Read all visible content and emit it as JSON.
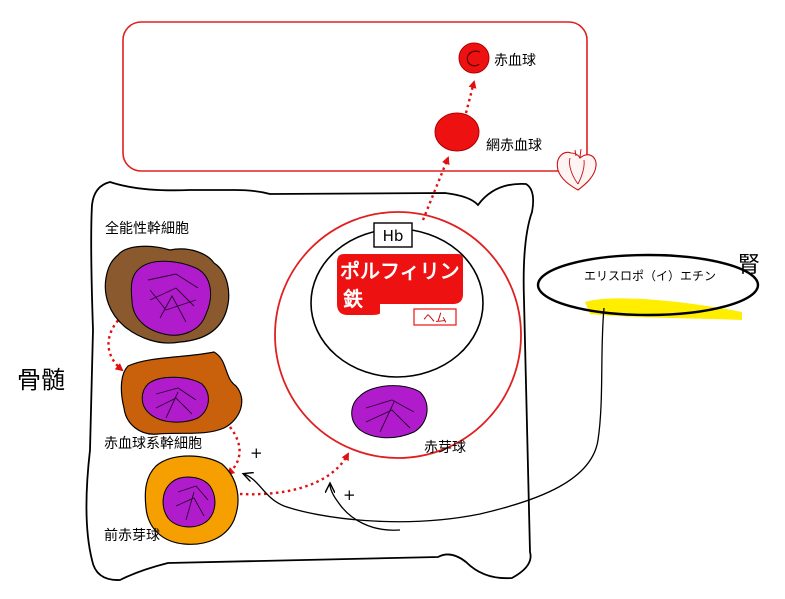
{
  "labels": {
    "rbc": "赤血球",
    "reticulocyte": "網赤血球",
    "pluripotent": "全能性幹細胞",
    "erythroid_stem": "赤血球系幹細胞",
    "proerythroblast": "前赤芽球",
    "erythroblast": "赤芽球",
    "marrow": "骨髄",
    "kidney": "腎",
    "epo": "エリスロポ（イ）エチン",
    "hb": "Hb",
    "porphyrin": "ポルフィリン",
    "iron": "鉄",
    "heme": "ヘム",
    "plus1": "+",
    "plus2": "+"
  },
  "colors": {
    "vessel_border": "#e02020",
    "red_cell": "#ee1111",
    "nucleus": "#b01ccc",
    "pluripotent_cell": "#8a5a2e",
    "stem_cell": "#c8600c",
    "pro_cell": "#f5a000",
    "kidney_band": "#ffee00",
    "porphyrin_bg": "#ee1111"
  },
  "icons": [
    "heart-icon"
  ]
}
